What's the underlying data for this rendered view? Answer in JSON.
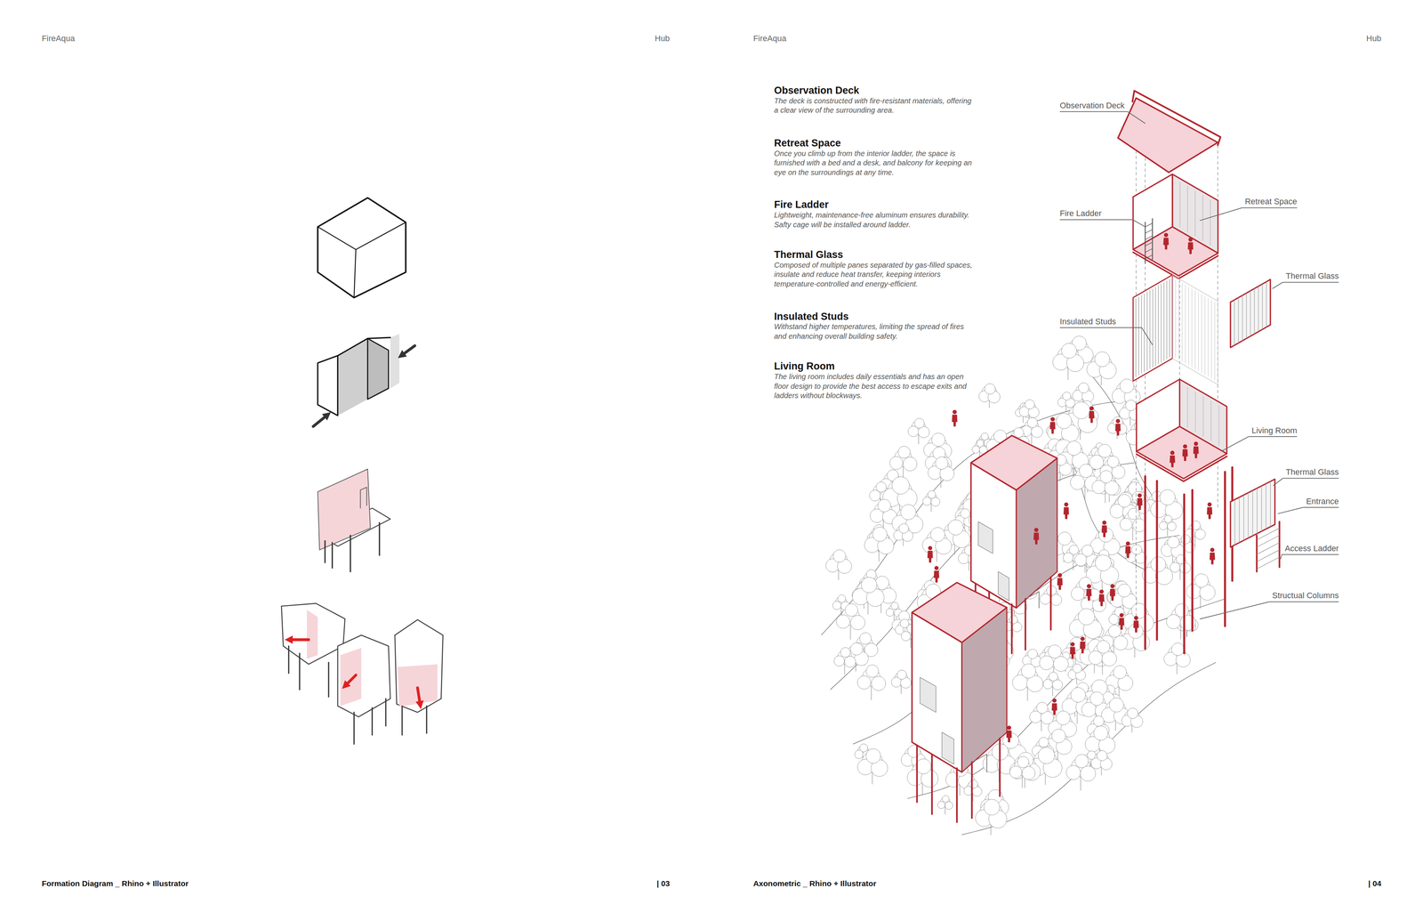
{
  "diagram": {
    "labels": [
      "FireAqua",
      "Hub",
      "FireAqua",
      "Hub",
      "Formation Diagram _ Rhino + Illustrator",
      "| 03",
      "Axonometric _ Rhino + Illustrator",
      "| 04",
      "Observation Deck",
      "The deck is constructed with fire-resistant materials, offering a clear view of the surrounding area.",
      "Retreat Space",
      "Once you climb up from the interior ladder, the space is furnished with a bed and a desk, and balcony for keeping an eye on the surroundings at any time.",
      "Fire Ladder",
      "Lightweight, maintenance-free aluminum ensures durability. Safty cage will be installed around ladder.",
      "Thermal Glass",
      "Composed of multiple panes separated by gas-filled spaces, insulate and reduce heat transfer, keeping interiors temperature-controlled and energy-efficient.",
      "Insulated Studs",
      "Withstand higher temperatures, limiting the spread of fires and enhancing overall building safety.",
      "Living Room",
      "The living room includes daily essentials and has an open floor design to provide the best access to escape exits and ladders without blockways.",
      "Observation Deck",
      "Retreat Space",
      "Fire Ladder",
      "Thermal Glass",
      "Insulated Studs",
      "Living Room",
      "Thermal Glass",
      "Entrance",
      "Access Ladder",
      "Structual Columns"
    ]
  }
}
